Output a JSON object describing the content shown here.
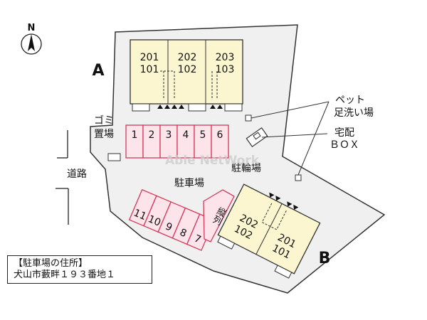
{
  "compass": {
    "label": "N"
  },
  "buildings": {
    "A": {
      "label": "A",
      "units": [
        {
          "upper": "201",
          "lower": "101"
        },
        {
          "upper": "202",
          "lower": "102"
        },
        {
          "upper": "203",
          "lower": "103"
        }
      ]
    },
    "B": {
      "label": "B",
      "units": [
        {
          "upper": "202",
          "lower": "102"
        },
        {
          "upper": "201",
          "lower": "101"
        }
      ]
    }
  },
  "parking": {
    "row_top": [
      "1",
      "2",
      "3",
      "4",
      "5",
      "6"
    ],
    "row_diag": [
      "11",
      "10",
      "9",
      "8",
      "7"
    ],
    "tandem_label": "縦列",
    "lot_label": "駐車場"
  },
  "labels": {
    "garbage": [
      "ゴミ",
      "置場"
    ],
    "road": "道路",
    "bike": "駐輪場",
    "pet": [
      "ペット",
      "足洗い場"
    ],
    "delivery": [
      "宅配",
      "ＢＯＸ"
    ],
    "watermark": "Able NetWork"
  },
  "address": {
    "title": "【駐車場の住所】",
    "value": "犬山市藪畔１９３番地１"
  },
  "colors": {
    "building_fill": "#fbf6cf",
    "parking_fill": "#fde3ea",
    "parking_stroke": "#d43a5c",
    "site_fill": "#f0f0f0",
    "watermark": "#cccccc"
  }
}
